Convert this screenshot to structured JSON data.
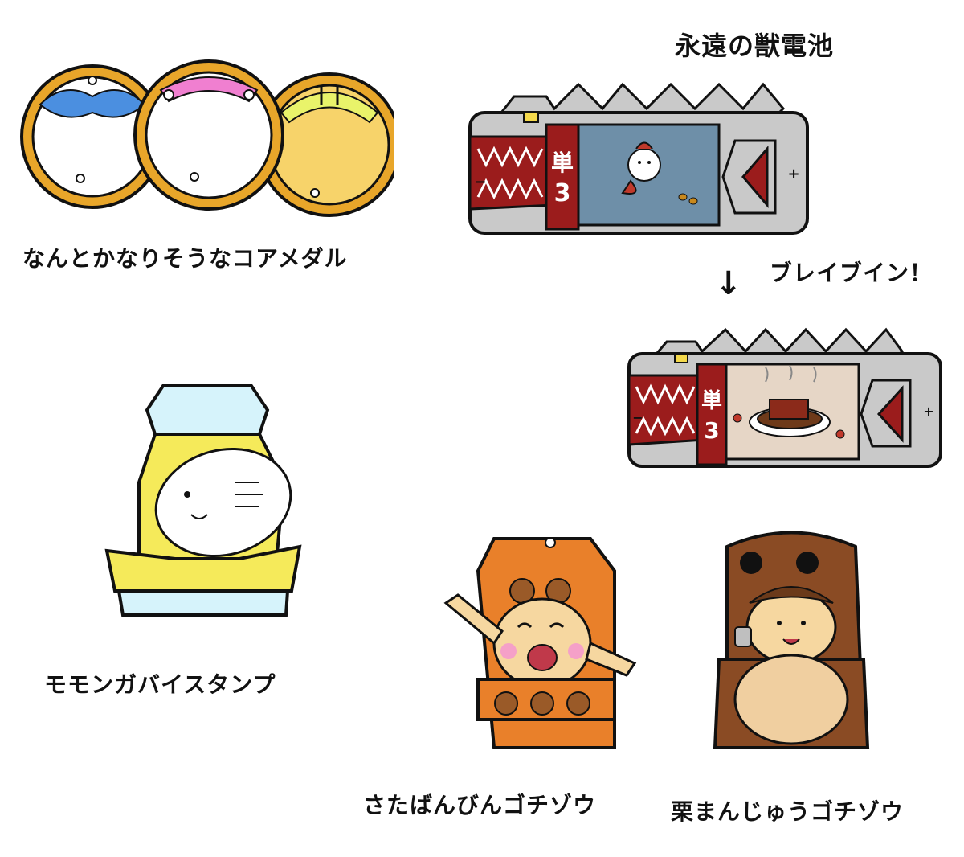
{
  "labels": {
    "core_medal": "なんとかなりそうなコアメダル",
    "beast_battery": "永遠の獣電池",
    "brave_in": "ブレイブイン！",
    "momonga_vistamp": "モモンガバイスタンプ",
    "sata_gochizo": "さたばんびんゴチゾウ",
    "kuri_gochizo": "栗まんじゅうゴチゾウ"
  },
  "battery": {
    "size_char": "単",
    "size_num": "3"
  },
  "icons": {
    "arrow": "down-arrow-icon",
    "plus": "plus-icon",
    "minus": "minus-icon"
  },
  "colors": {
    "outline": "#111111",
    "gold": "#e8a62a",
    "medal_yellow": "#f7d36a",
    "battery_red": "#9b1c1c",
    "battery_grey": "#c9c9c9",
    "screen_blue": "#6e8fa8",
    "screen_beige": "#e6d6c6",
    "vistamp_yellow": "#f5ea5a",
    "vistamp_blue": "#d6f3fb",
    "gochizo_orange": "#e9802a",
    "gochizo_brown": "#8a4b24",
    "skin": "#f6d7a0"
  }
}
